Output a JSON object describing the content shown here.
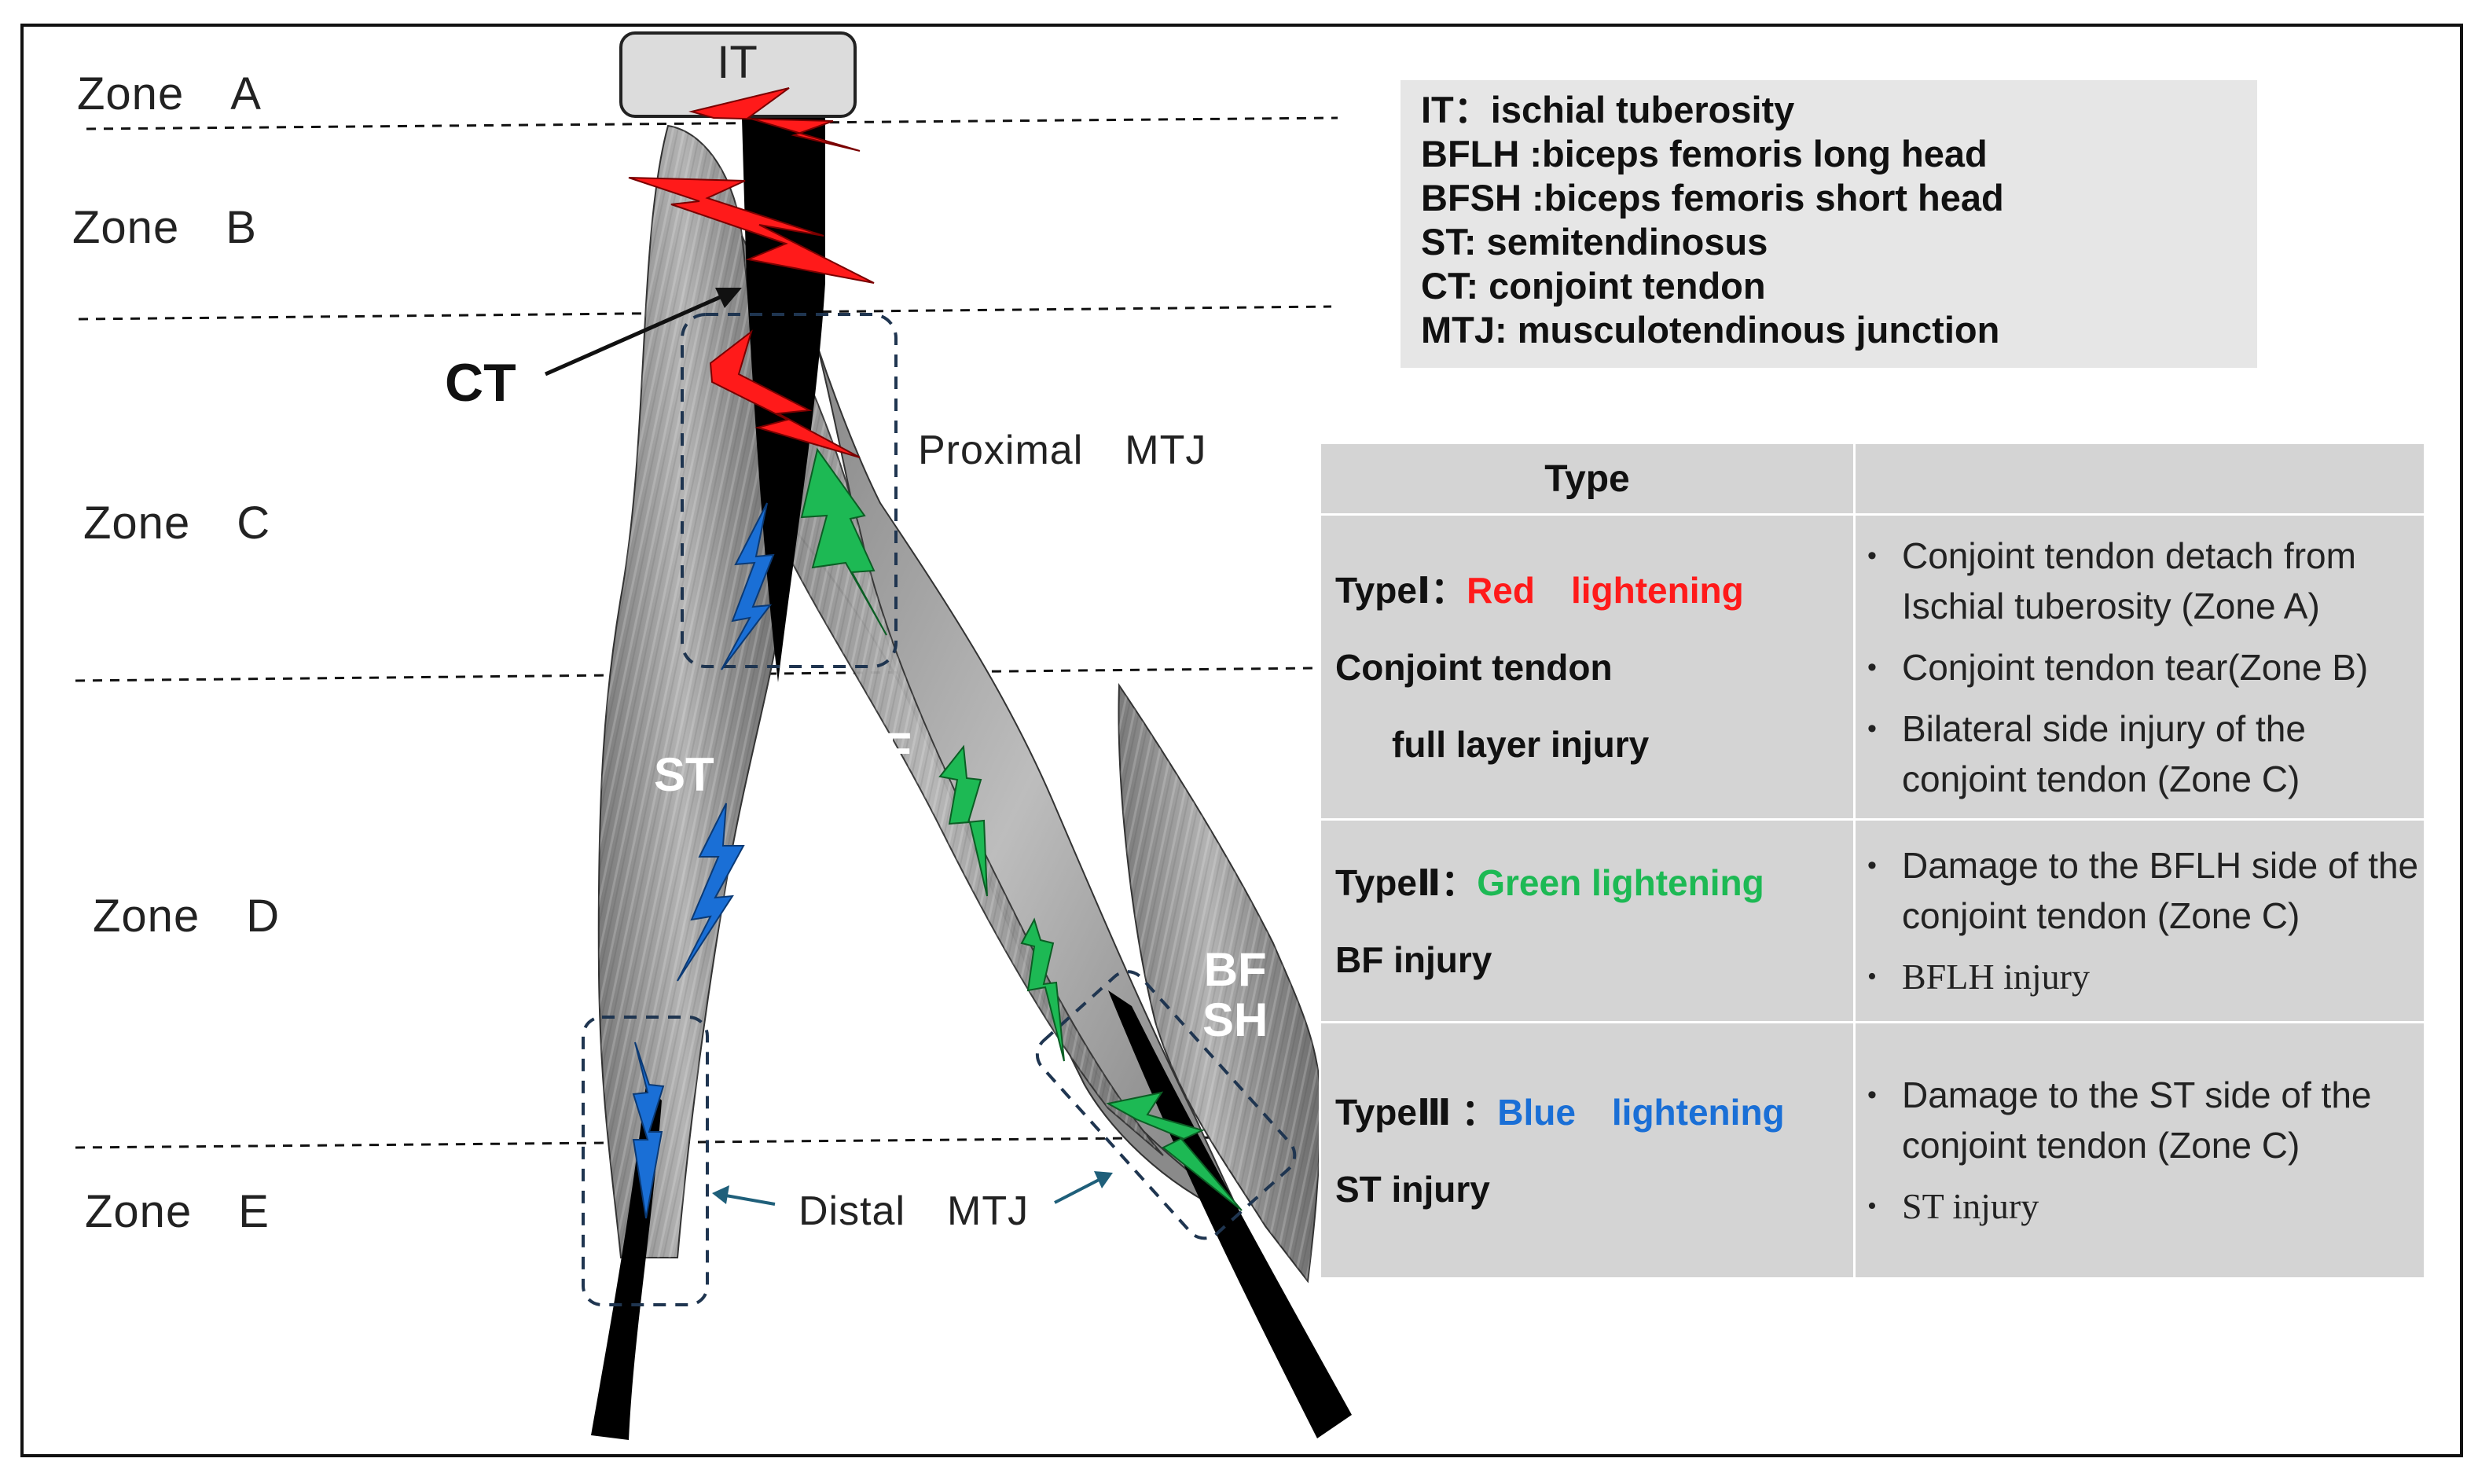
{
  "zones": [
    "Zone　A",
    "Zone　B",
    "Zone　C",
    "Zone　D",
    "Zone　E"
  ],
  "labels": {
    "it": "IT",
    "ct": "CT",
    "st": "ST",
    "bflh": "BF\nLH",
    "bfsh": "BF\nSH",
    "proximal_mtj": "Proximal　MTJ",
    "distal_mtj": "Distal　MTJ"
  },
  "legend": [
    "IT：ischial tuberosity",
    "BFLH :biceps femoris long head",
    "BFSH :biceps femoris short head",
    "ST: semitendinosus",
    "CT: conjoint tendon",
    "MTJ: musculotendinous junction"
  ],
  "table": {
    "header": [
      "Type",
      ""
    ],
    "rows": [
      {
        "type_prefix": "TypeⅠ：",
        "type_color_text": "Red　lightening",
        "color": "#ff1a1a",
        "desc": [
          "Conjoint tendon",
          "full layer injury"
        ],
        "notes": [
          "Conjoint tendon detach from Ischial tuberosity (Zone A)",
          "Conjoint tendon tear(Zone B)",
          "Bilateral side injury of  the conjoint tendon  (Zone C)"
        ]
      },
      {
        "type_prefix": "TypeⅡ：",
        "type_color_text": "Green lightening",
        "color": "#1db954",
        "desc": [
          "BF injury"
        ],
        "notes": [
          "Damage to the BFLH side of the conjoint tendon (Zone C)",
          "BFLH injury"
        ]
      },
      {
        "type_prefix": "TypeⅢ ：",
        "type_color_text": "Blue　lightening",
        "color": "#1a6fd6",
        "desc": [
          "ST injury"
        ],
        "notes": [
          " Damage to the ST side of the conjoint tendon (Zone C)",
          "ST injury"
        ]
      }
    ]
  },
  "colors": {
    "red_bolt": "#ff1a1a",
    "green_bolt": "#1db954",
    "blue_bolt": "#1a6fd6",
    "muscle": "#9a9a9a",
    "tendon": "#000000",
    "table_bg": "#d4d4d4",
    "legend_bg": "#e6e6e6"
  }
}
